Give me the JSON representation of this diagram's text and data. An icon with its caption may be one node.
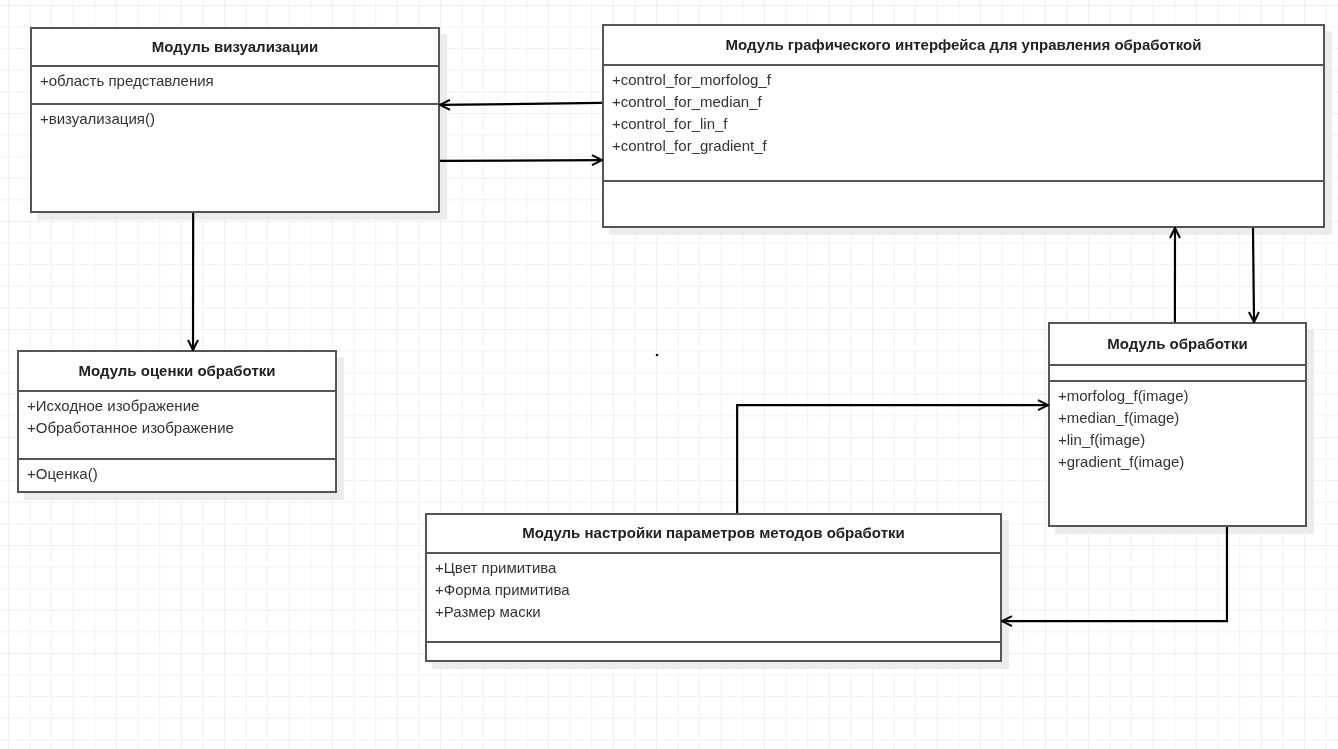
{
  "diagram": {
    "nodes": [
      {
        "text": [
          "Модуль визуализации",
          "+область представления",
          "+визуализация()"
        ]
      },
      {
        "text": [
          "Модуль графического интерфейса для управления обработкой",
          "+control_for_morfolog_f",
          "+control_for_median_f",
          "+control_for_lin_f",
          "+control_for_gradient_f"
        ]
      },
      {
        "text": [
          "Модуль оценки обработки",
          "+Исходное изображение",
          "+Обработанное изображение",
          "+Оценка()"
        ]
      },
      {
        "text": [
          "Модуль обработки",
          "+morfolog_f(image)",
          "+median_f(image)",
          "+lin_f(image)",
          "+gradient_f(image)"
        ]
      },
      {
        "text": [
          "Модуль настройки параметров методов обработки",
          "+Цвет примитива",
          "+Форма примитива",
          "+Размер маски"
        ]
      }
    ],
    "edges": [
      {
        "from": 1,
        "to": 0,
        "arrow": "to"
      },
      {
        "from": 0,
        "to": 1,
        "arrow": "to"
      },
      {
        "from": 0,
        "to": 2,
        "arrow": "to"
      },
      {
        "from": 3,
        "to": 1,
        "arrow": "to"
      },
      {
        "from": 1,
        "to": 3,
        "arrow": "to"
      },
      {
        "from": 4,
        "to": 3,
        "arrow": "to"
      },
      {
        "from": 3,
        "to": 4,
        "arrow": "to"
      }
    ]
  }
}
